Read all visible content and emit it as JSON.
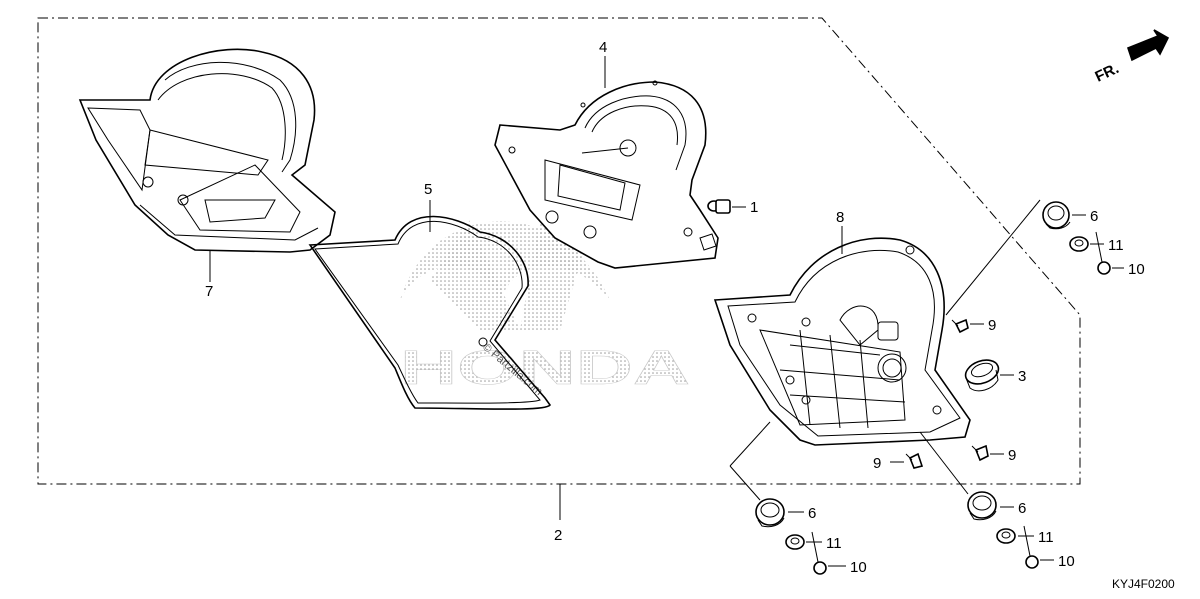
{
  "diagram": {
    "callouts": {
      "c1": "1",
      "c2": "2",
      "c3": "3",
      "c4": "4",
      "c5": "5",
      "c7": "7",
      "c8": "8",
      "c6a": "6",
      "c6b": "6",
      "c6c": "6",
      "c9a": "9",
      "c9b": "9",
      "c9c": "9",
      "c10a": "10",
      "c10b": "10",
      "c10c": "10",
      "c11a": "11",
      "c11b": "11",
      "c11c": "11"
    },
    "direction_label": "FR.",
    "watermark": "© Partzilla.com",
    "watermark_logo": "HONDA",
    "diagram_code": "KYJ4F0200"
  }
}
